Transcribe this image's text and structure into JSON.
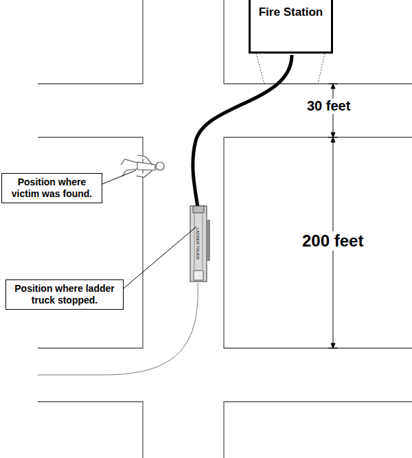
{
  "diagram": {
    "nodes": [
      {
        "text": [
          "Fire Station"
        ]
      },
      {
        "text": [
          "Position where victim was found."
        ]
      },
      {
        "text": [
          "Position where ladder truck stopped."
        ]
      }
    ],
    "labels": [
      "30 feet",
      "200 feet",
      "LADDER TRUCK"
    ]
  }
}
